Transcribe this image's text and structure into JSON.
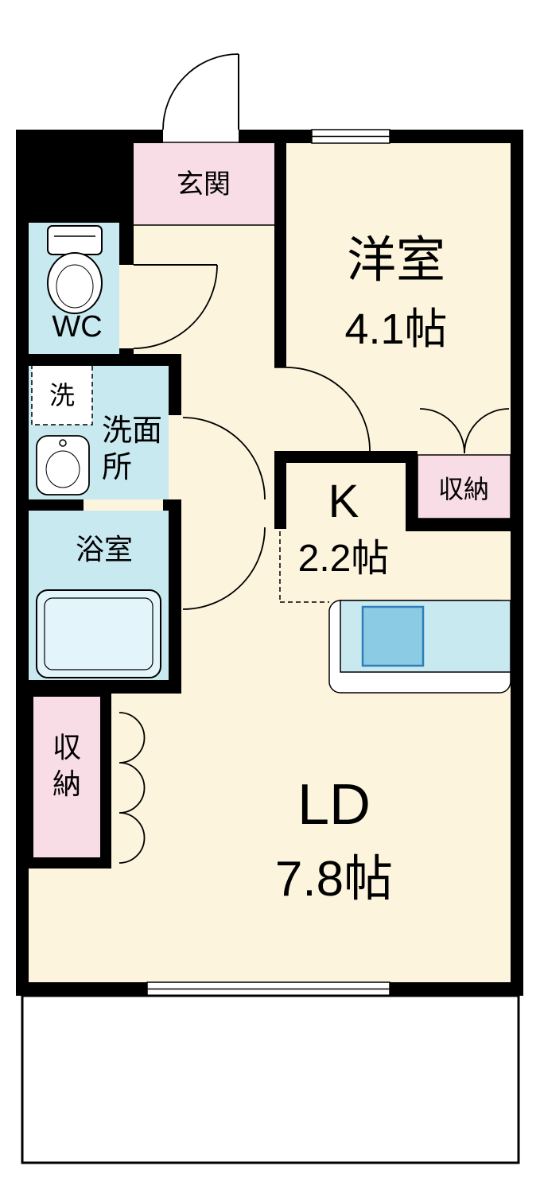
{
  "floorplan": {
    "entrance": {
      "label": "玄関"
    },
    "western_room": {
      "name": "洋室",
      "size": "4.1帖"
    },
    "toilet": {
      "label": "WC"
    },
    "washer": {
      "label": "洗"
    },
    "washroom": {
      "line1": "洗面",
      "line2": "所"
    },
    "bathroom": {
      "label": "浴室"
    },
    "closet_east": {
      "label": "収納"
    },
    "kitchen": {
      "name": "K",
      "size": "2.2帖"
    },
    "closet_west": {
      "char1": "収",
      "char2": "納"
    },
    "living_dining": {
      "name": "LD",
      "size": "7.8帖"
    }
  },
  "colors": {
    "wall": "#000000",
    "room_cream": "#FCF4DC",
    "room_pink": "#F8DDE6",
    "room_blue": "#C9E9F1",
    "bathtub_fill": "#E3F4FA",
    "kitchen_sink_fill": "#8CCBE4",
    "kitchen_sink_stroke": "#2E7EB8"
  }
}
